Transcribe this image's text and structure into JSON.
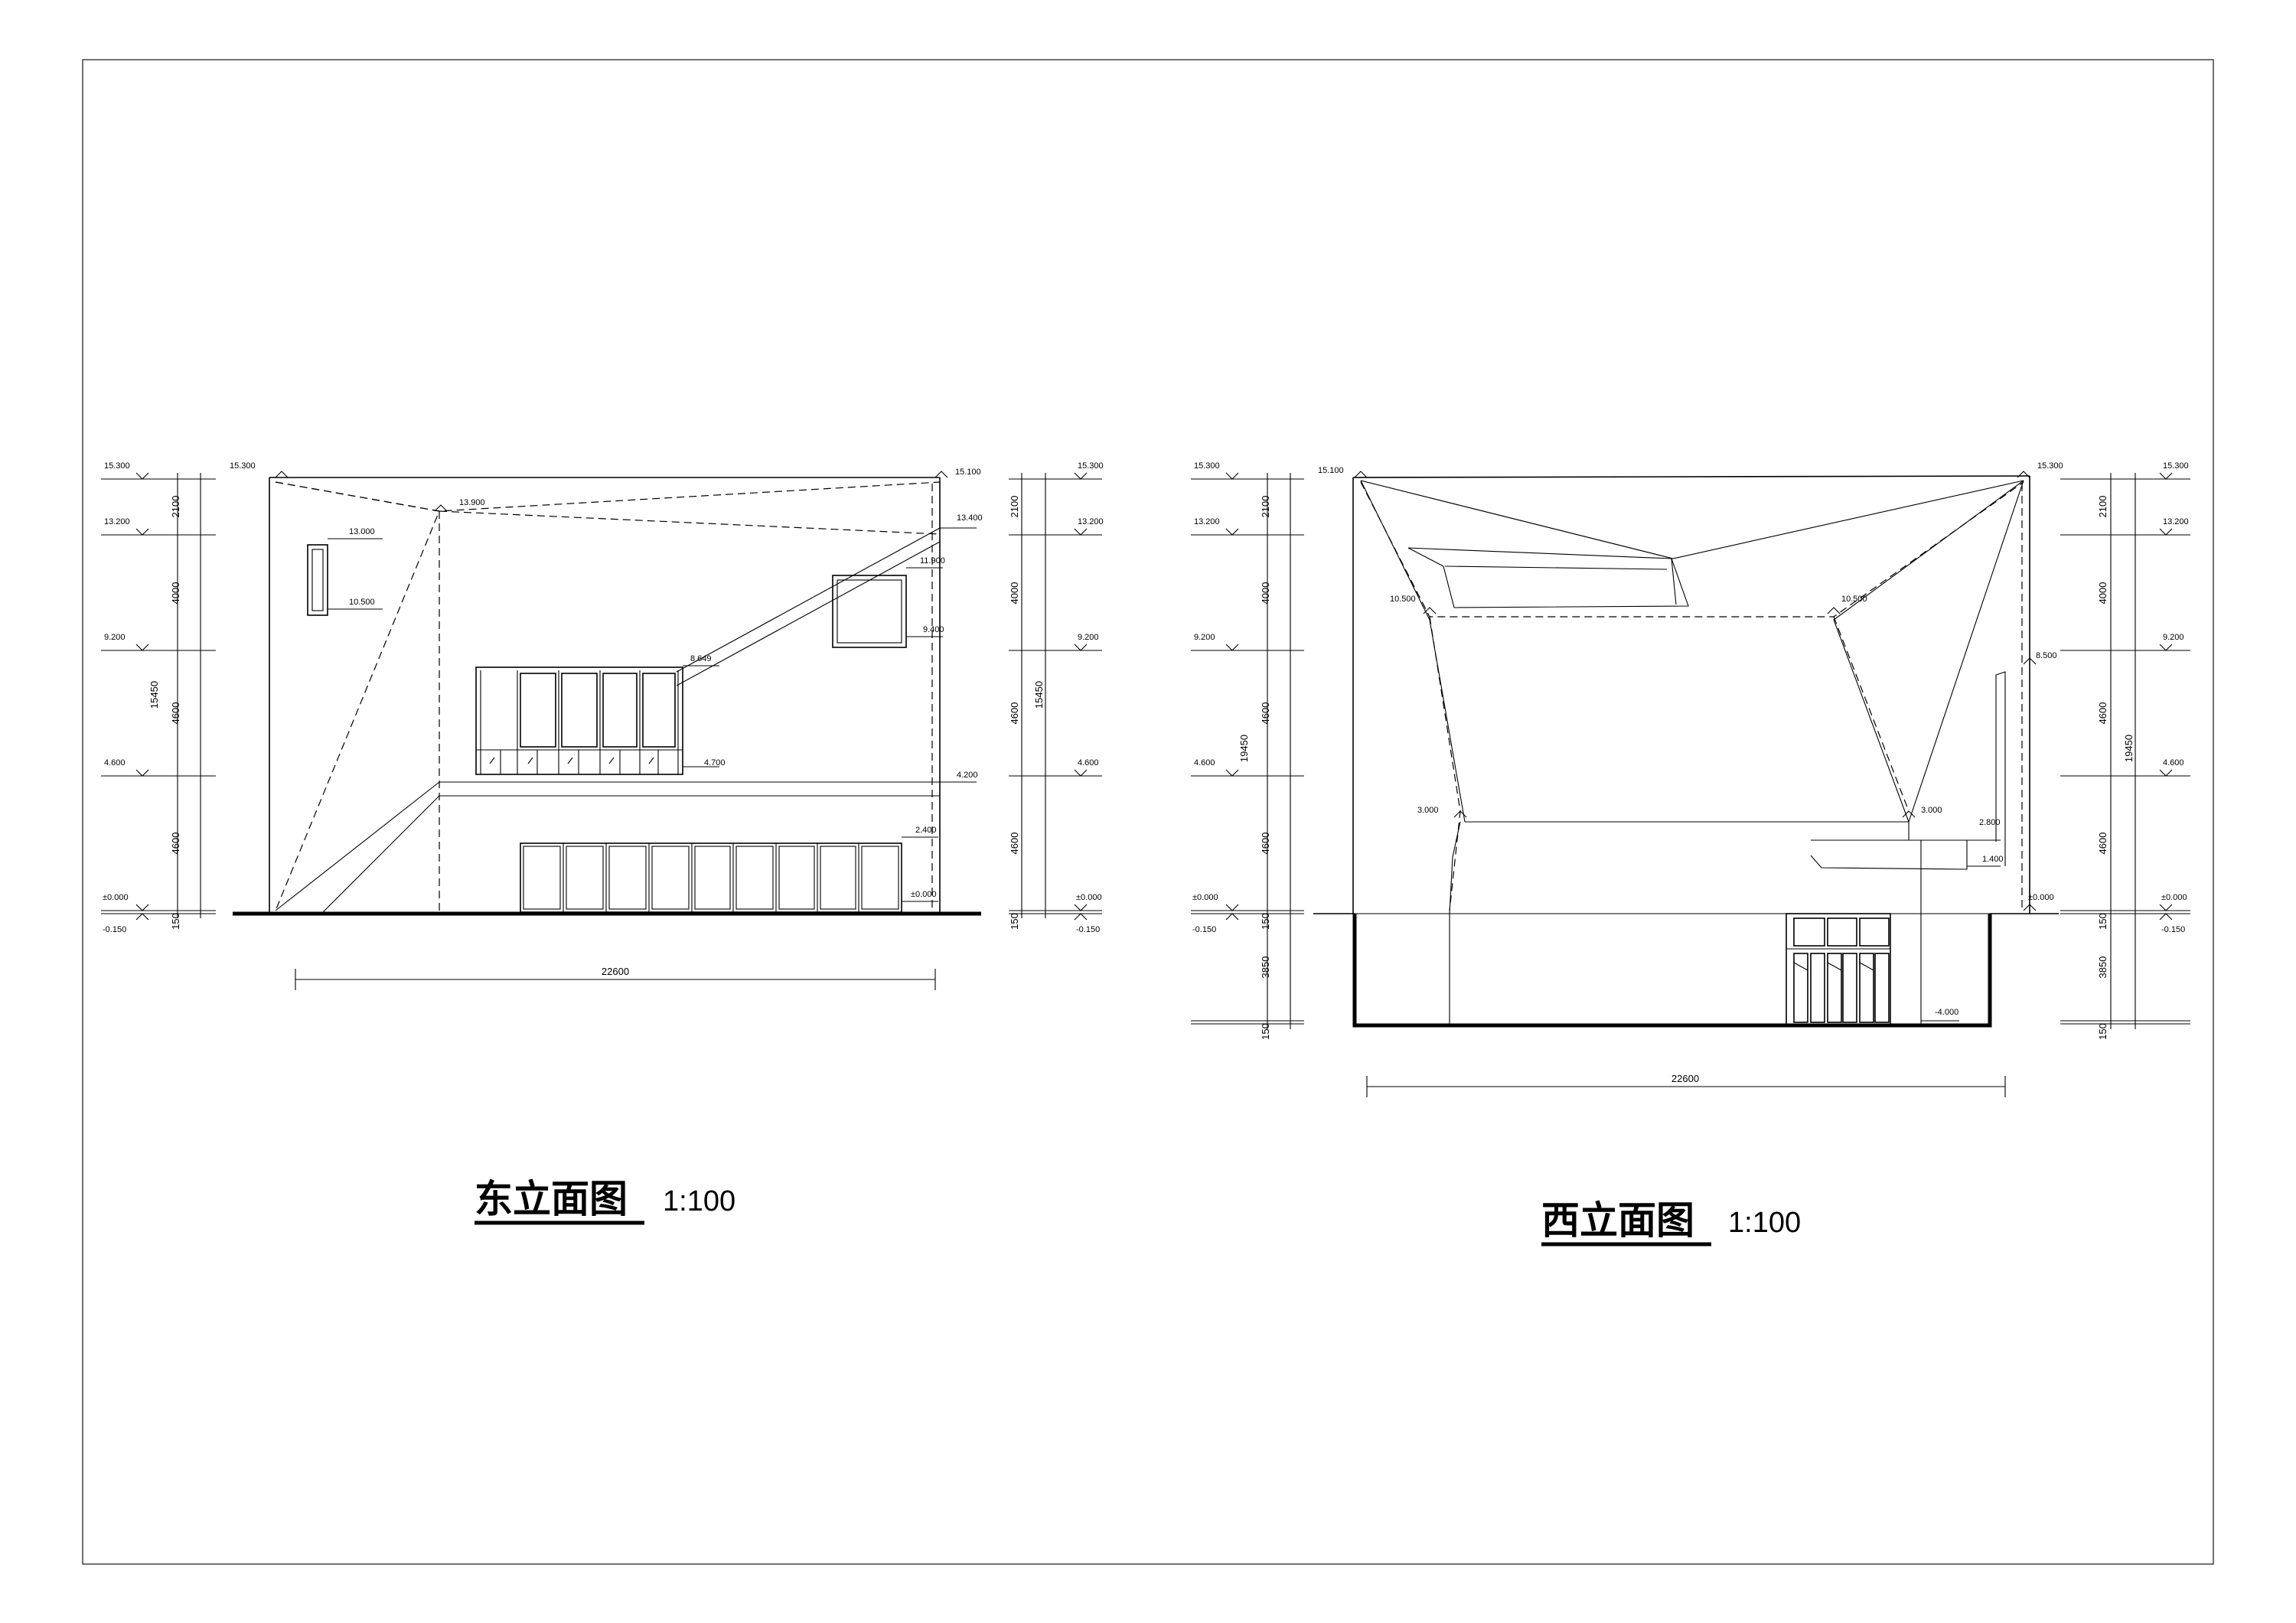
{
  "east": {
    "title": "东立面图",
    "scale": "1:100",
    "left_levels": [
      "15.300",
      "13.200",
      "9.200",
      "4.600",
      "±0.000",
      "-0.150"
    ],
    "right_levels": [
      "15.300",
      "13.200",
      "9.200",
      "4.600",
      "±0.000",
      "-0.150"
    ],
    "left_dims": [
      "2100",
      "4000",
      "4600",
      "4600",
      "150"
    ],
    "right_dims": [
      "2100",
      "4000",
      "4600",
      "4600",
      "150"
    ],
    "total_height": "15450",
    "total_height_right": "15450",
    "width_dim": "22600",
    "inner": {
      "top_left": "15.300",
      "top_right": "15.100",
      "mid": "13.900",
      "window_top": "13.000",
      "window_bottom": "10.500",
      "right_high": "13.400",
      "square_top": "11.900",
      "square_bottom": "9.400",
      "band_top": "8.649",
      "band_bottom": "4.700",
      "ledge": "4.200",
      "door_top": "2.400",
      "ground": "±0.000"
    }
  },
  "west": {
    "title": "西立面图",
    "scale": "1:100",
    "left_levels": [
      "15.300",
      "13.200",
      "9.200",
      "4.600",
      "±0.000",
      "-0.150"
    ],
    "right_levels": [
      "15.300",
      "13.200",
      "9.200",
      "4.600",
      "±0.000",
      "-0.150"
    ],
    "left_dims": [
      "2100",
      "4000",
      "4600",
      "4600",
      "150",
      "3850",
      "150"
    ],
    "right_dims": [
      "2100",
      "4000",
      "4600",
      "4600",
      "150",
      "3850",
      "150"
    ],
    "total_height": "19450",
    "total_height_right": "19450",
    "width_dim": "22600",
    "inner": {
      "top_left": "15.100",
      "top_right": "15.300",
      "left_mid": "10.500",
      "right_mid": "10.500",
      "right_tall": "8.500",
      "left_low": "3.000",
      "right_low": "3.000",
      "canopy_top": "2.800",
      "canopy_bottom": "1.400",
      "ground": "±0.000",
      "basement": "-4.000"
    }
  }
}
